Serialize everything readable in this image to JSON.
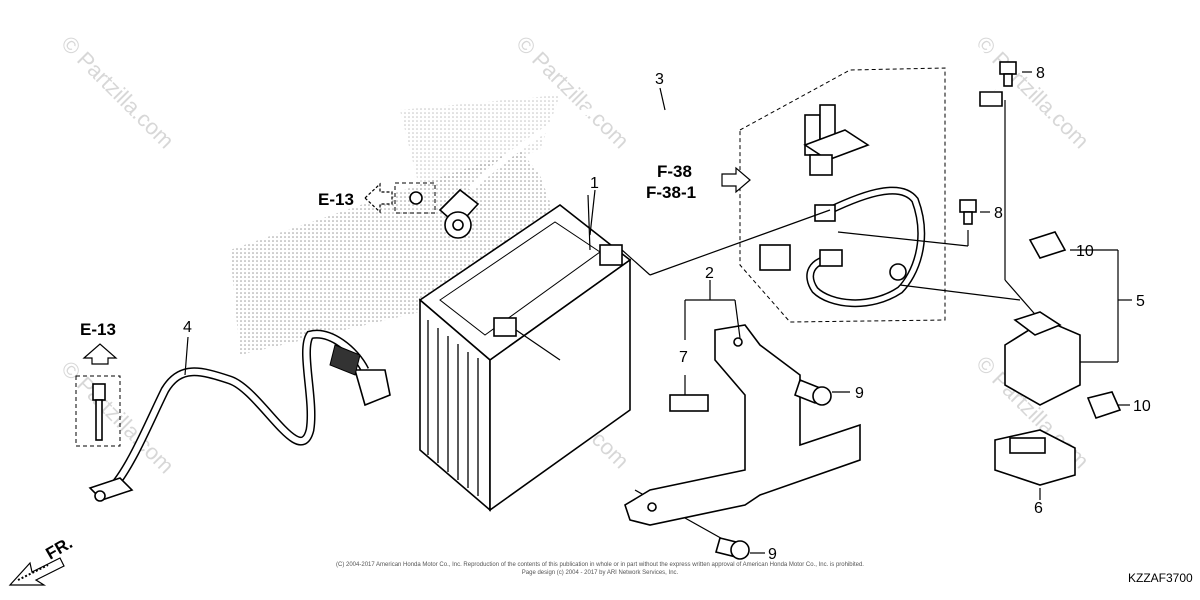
{
  "callouts": {
    "c1": "1",
    "c2": "2",
    "c3": "3",
    "c4": "4",
    "c5": "5",
    "c6": "6",
    "c7": "7",
    "c8a": "8",
    "c8b": "8",
    "c9a": "9",
    "c9b": "9",
    "c10a": "10",
    "c10b": "10"
  },
  "refs": {
    "e13_top": "E-13",
    "e13_left": "E-13",
    "f38": "F-38",
    "f38_1": "F-38-1",
    "front": "FR."
  },
  "watermark": {
    "w1": "© Partzilla.com",
    "w2": "© Partzilla.com",
    "w3": "© Partzilla.com",
    "w4": "© Partzilla.com",
    "w5": "© Partzilla.com",
    "w6": "© Partzilla.com"
  },
  "copyright": {
    "line1": "(C) 2004-2017 American Honda Motor Co., Inc. Reproduction of the contents of this publication in whole or in part without the express written approval of American Honda Motor Co., Inc. is prohibited.",
    "line2": "Page design (c) 2004 - 2017 by ARI Network Services, Inc."
  },
  "diagram_code": "KZZAF3700"
}
